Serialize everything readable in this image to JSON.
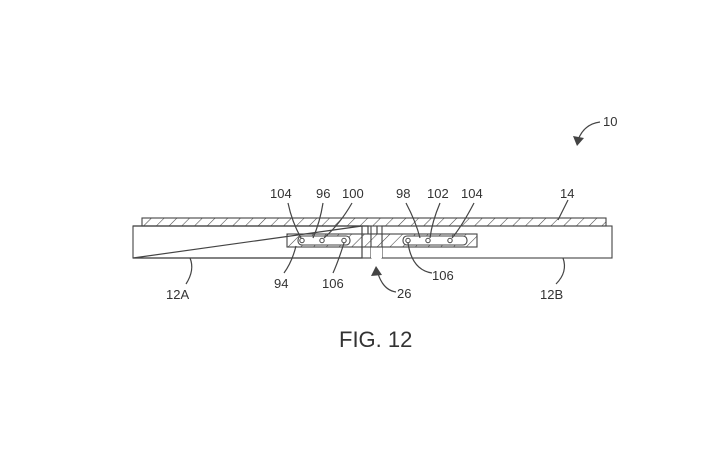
{
  "figure": {
    "caption": "FIG. 12",
    "labels": {
      "device": "10",
      "flexible_layer": "14",
      "housing_left": "12A",
      "housing_right": "12B",
      "hinge": "26",
      "plate_left": "94",
      "pin_slot_left": "96",
      "pin_slot_right": "98",
      "pin_left": "100",
      "pin_right": "102",
      "end_pin_left": "104",
      "end_pin_right": "104",
      "slot_left": "106",
      "slot_right": "106"
    },
    "colors": {
      "line": "#444444",
      "text": "#333333",
      "background": "#ffffff"
    }
  }
}
